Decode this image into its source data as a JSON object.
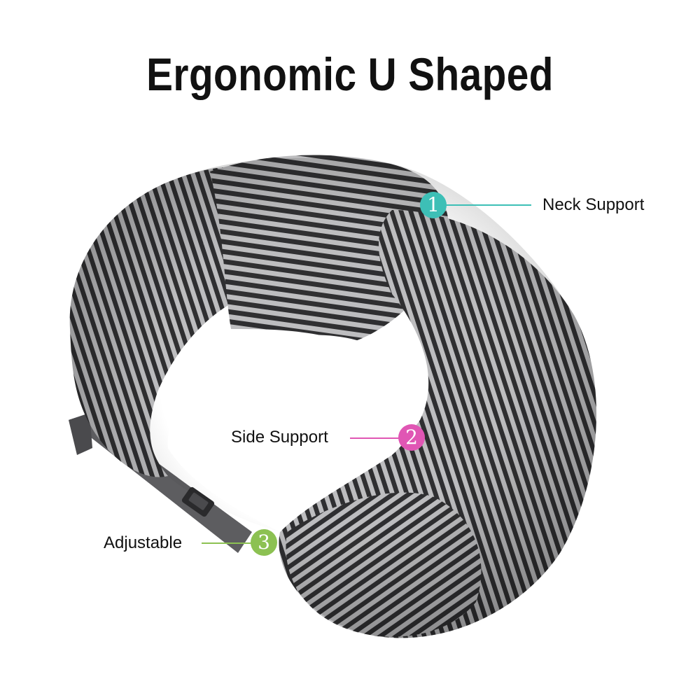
{
  "title": "Ergonomic U Shaped",
  "callouts": [
    {
      "number": "1",
      "label": "Neck Support",
      "color": "#3dbfb6"
    },
    {
      "number": "2",
      "label": "Side Support",
      "color": "#e056b4"
    },
    {
      "number": "3",
      "label": "Adjustable",
      "color": "#8cc152"
    }
  ],
  "colors": {
    "background": "#ffffff",
    "stripe_dark": "#2f2f31",
    "stripe_light": "#b9b9bb",
    "strap": "#5d5d60"
  }
}
